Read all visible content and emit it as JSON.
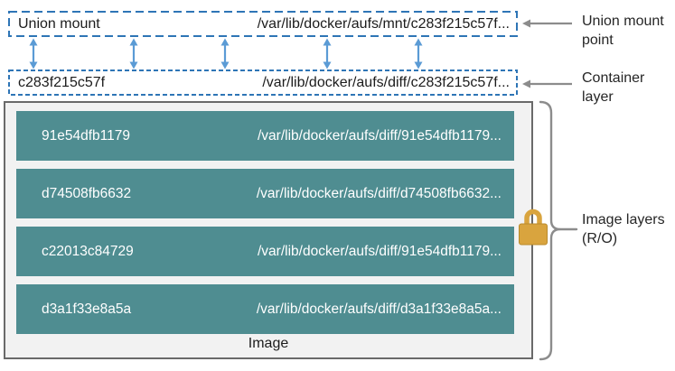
{
  "union_mount_box": {
    "label": "Union mount",
    "path": "/var/lib/docker/aufs/mnt/c283f215c57f..."
  },
  "container_layer_box": {
    "id": "c283f215c57f",
    "path": "/var/lib/docker/aufs/diff/c283f215c57f..."
  },
  "image_box": {
    "label": "Image",
    "layers": [
      {
        "id": "91e54dfb1179",
        "path": "/var/lib/docker/aufs/diff/91e54dfb1179..."
      },
      {
        "id": "d74508fb6632",
        "path": "/var/lib/docker/aufs/diff/d74508fb6632..."
      },
      {
        "id": "c22013c84729",
        "path": "/var/lib/docker/aufs/diff/91e54dfb1179..."
      },
      {
        "id": "d3a1f33e8a5a",
        "path": "/var/lib/docker/aufs/diff/d3a1f33e8a5a..."
      }
    ]
  },
  "annotations": {
    "union_mount_point": "Union mount point",
    "container_layer": "Container layer",
    "image_layers": "Image layers (R/O)"
  },
  "icons": {
    "lock": "padlock (read-only)",
    "double_arrow": "vertical bidirectional arrow",
    "left_arrow": "annotation pointer arrow",
    "brace": "curly brace grouping image layers"
  },
  "colors": {
    "dashed_border_blue": "#2e75b6",
    "arrow_blue": "#5b9bd5",
    "layer_teal": "#4f8d91",
    "image_box_fill": "#f2f2f2",
    "image_box_border": "#6a6a6a",
    "annotation_gray": "#8c8c8c",
    "lock_gold": "#d9a43e",
    "row_text": "#ffffff",
    "text": "#1c1c1c"
  }
}
